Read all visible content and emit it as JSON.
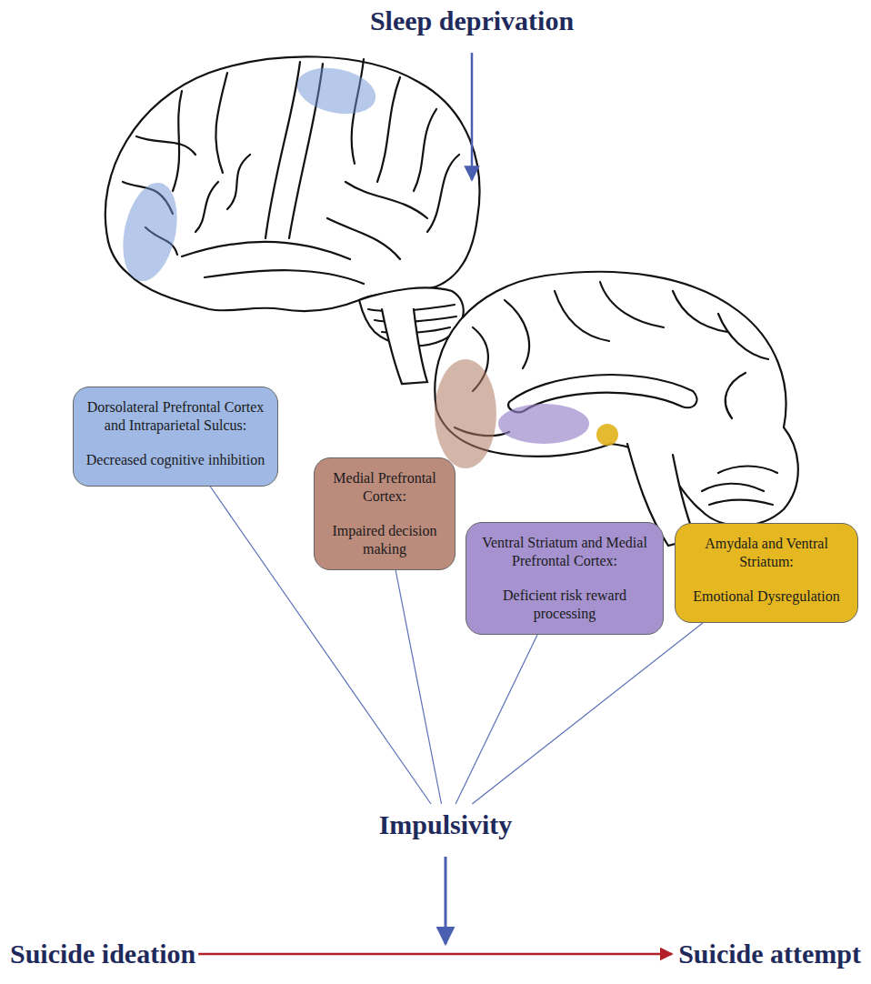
{
  "diagram": {
    "nodes": [
      {
        "text": [
          "Sleep deprivation"
        ]
      },
      {
        "text": [
          "Dorsolateral Prefrontal Cortex and Intraparietal Sulcus:",
          "Decreased cognitive inhibition"
        ]
      },
      {
        "text": [
          "Medial Prefrontal Cortex:",
          "Impaired decision making"
        ]
      },
      {
        "text": [
          "Ventral Striatum and Medial Prefrontal Cortex:",
          "Deficient risk reward processing"
        ]
      },
      {
        "text": [
          "Amydala and Ventral Striatum:",
          "Emotional Dysregulation"
        ]
      },
      {
        "text": [
          "Impulsivity"
        ]
      },
      {
        "text": [
          "Suicide ideation"
        ]
      },
      {
        "text": [
          "Suicide attempt"
        ]
      }
    ],
    "edges": [
      {
        "from": 1,
        "to": 5,
        "arrow": "none"
      },
      {
        "from": 2,
        "to": 5,
        "arrow": "none"
      },
      {
        "from": 3,
        "to": 5,
        "arrow": "none"
      },
      {
        "from": 4,
        "to": 5,
        "arrow": "none"
      },
      {
        "from": 6,
        "to": 7,
        "arrow": "to"
      }
    ]
  }
}
